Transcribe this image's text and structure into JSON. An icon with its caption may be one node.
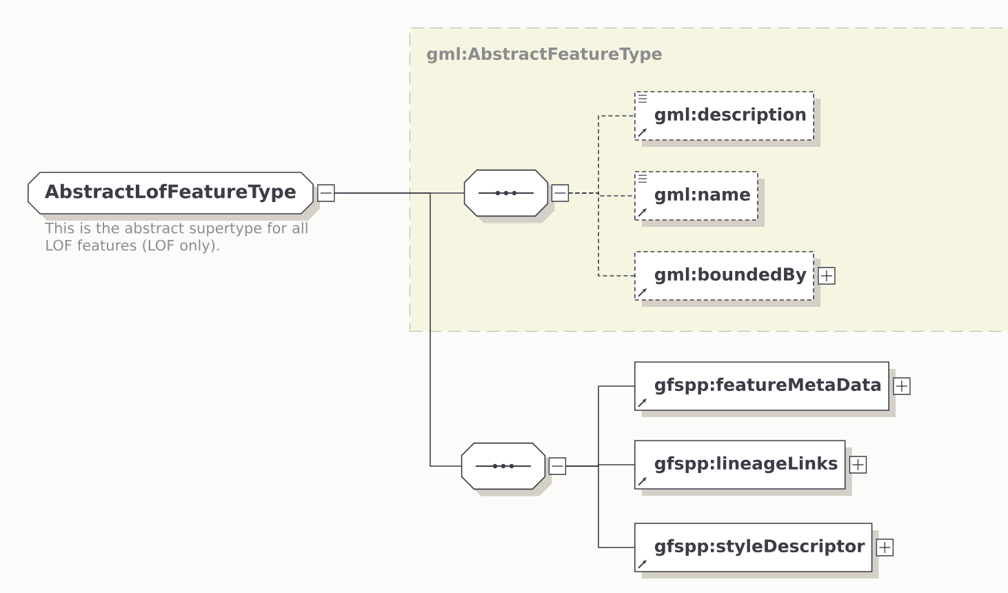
{
  "diagram": {
    "nodes": [
      {
        "text": [
          "AbstractLofFeatureType"
        ],
        "beside": [
          "This is the abstract supertype for all LOF features (LOF only)."
        ]
      },
      {
        "text": [
          "gml:AbstractFeatureType"
        ]
      },
      {
        "text": [],
        "shape": "octagon",
        "in": 1
      },
      {
        "text": [
          "gml:description"
        ],
        "in": 1
      },
      {
        "text": [
          "gml:name"
        ],
        "in": 1
      },
      {
        "text": [
          "gml:boundedBy"
        ],
        "in": 1
      },
      {
        "text": [],
        "shape": "octagon"
      },
      {
        "text": [
          "gfspp:featureMetaData"
        ]
      },
      {
        "text": [
          "gfspp:lineageLinks"
        ]
      },
      {
        "text": [
          "gfspp:styleDescriptor"
        ]
      }
    ],
    "edges": [
      {
        "from": 0,
        "to": 2,
        "arrow": "none"
      },
      {
        "from": 0,
        "to": 6,
        "arrow": "none"
      },
      {
        "from": 2,
        "to": 3,
        "arrow": "none",
        "style": "dashed"
      },
      {
        "from": 2,
        "to": 4,
        "arrow": "none",
        "style": "dashed"
      },
      {
        "from": 2,
        "to": 5,
        "arrow": "none",
        "style": "dashed"
      },
      {
        "from": 6,
        "to": 7,
        "arrow": "none"
      },
      {
        "from": 6,
        "to": 8,
        "arrow": "none"
      },
      {
        "from": 6,
        "to": 9,
        "arrow": "none"
      }
    ]
  }
}
